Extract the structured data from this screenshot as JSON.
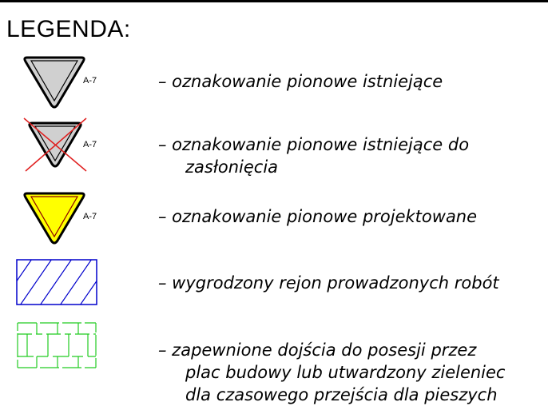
{
  "title": "LEGENDA:",
  "colors": {
    "existing_fill": "#d0d0d0",
    "cross": "#e02020",
    "projected_fill": "#ffff00",
    "projected_stroke": "#8b0000",
    "hatch": "#0000cc",
    "green": "#22cc22"
  },
  "items": [
    {
      "symbol": "grey-triangle-icon",
      "code": "A-7",
      "lines": [
        "– oznakowanie pionowe istniejące"
      ]
    },
    {
      "symbol": "crossed-grey-triangle-icon",
      "code": "A-7",
      "lines": [
        "– oznakowanie pionowe istniejące do",
        "zasłonięcia"
      ]
    },
    {
      "symbol": "yellow-triangle-icon",
      "code": "A-7",
      "lines": [
        "– oznakowanie pionowe projektowane"
      ]
    },
    {
      "symbol": "blue-hatched-rectangle-icon",
      "lines": [
        "– wygrodzony rejon prowadzonych robót"
      ]
    },
    {
      "symbol": "green-dashed-grid-icon",
      "lines": [
        "– zapewnione dojścia do posesji przez",
        "plac budowy lub utwardzony zieleniec",
        "dla czasowego przejścia dla pieszych"
      ]
    }
  ]
}
